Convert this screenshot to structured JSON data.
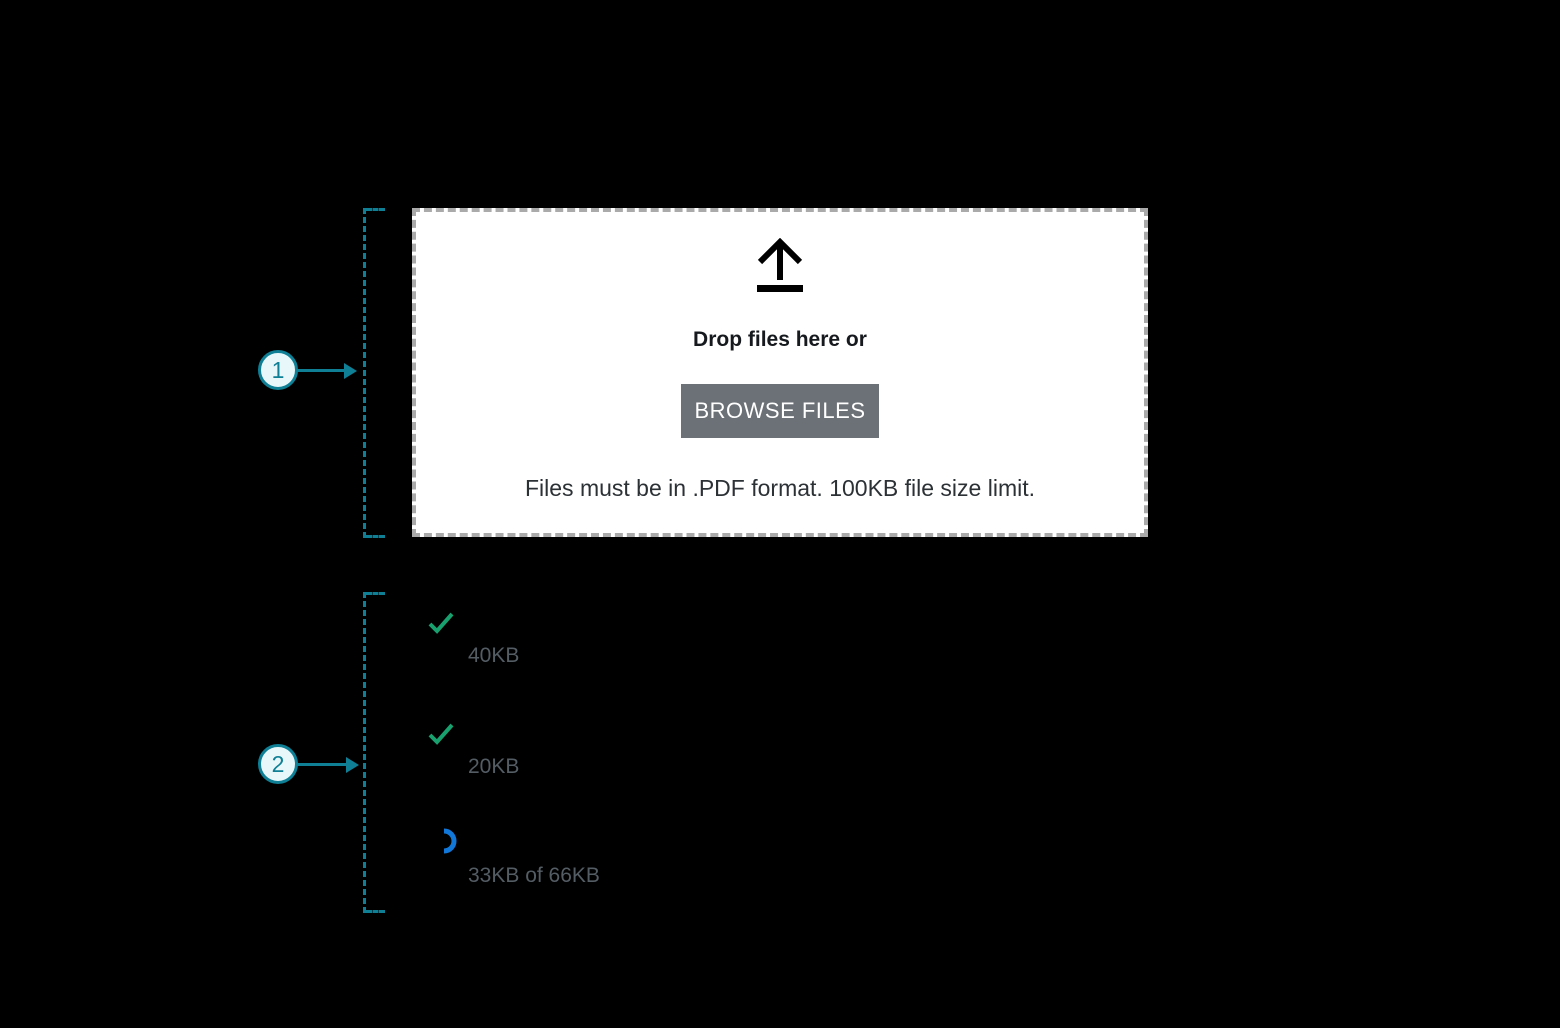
{
  "background_color": "#000000",
  "callouts": [
    {
      "number": "1"
    },
    {
      "number": "2"
    }
  ],
  "dropzone": {
    "upload_icon": "upload-arrow-icon",
    "title": "Drop files here or",
    "browse_button_label": "BROWSE FILES",
    "helper_text": "Files must be in .PDF format. 100KB file size limit."
  },
  "file_list": {
    "items": [
      {
        "status": "complete",
        "status_icon": "check-icon",
        "size_label": "40KB"
      },
      {
        "status": "complete",
        "status_icon": "check-icon",
        "size_label": "20KB"
      },
      {
        "status": "uploading",
        "status_icon": "spinner-icon",
        "size_label": "33KB of 66KB"
      }
    ]
  },
  "colors": {
    "annotation_teal": "#0e7f95",
    "annotation_fill": "#e8f7fa",
    "success_green": "#18a06e",
    "uploading_blue": "#1178d9",
    "file_size_gray": "#545c64",
    "button_gray": "#6c7177",
    "dropzone_border_gray": "#aaaaaa"
  }
}
